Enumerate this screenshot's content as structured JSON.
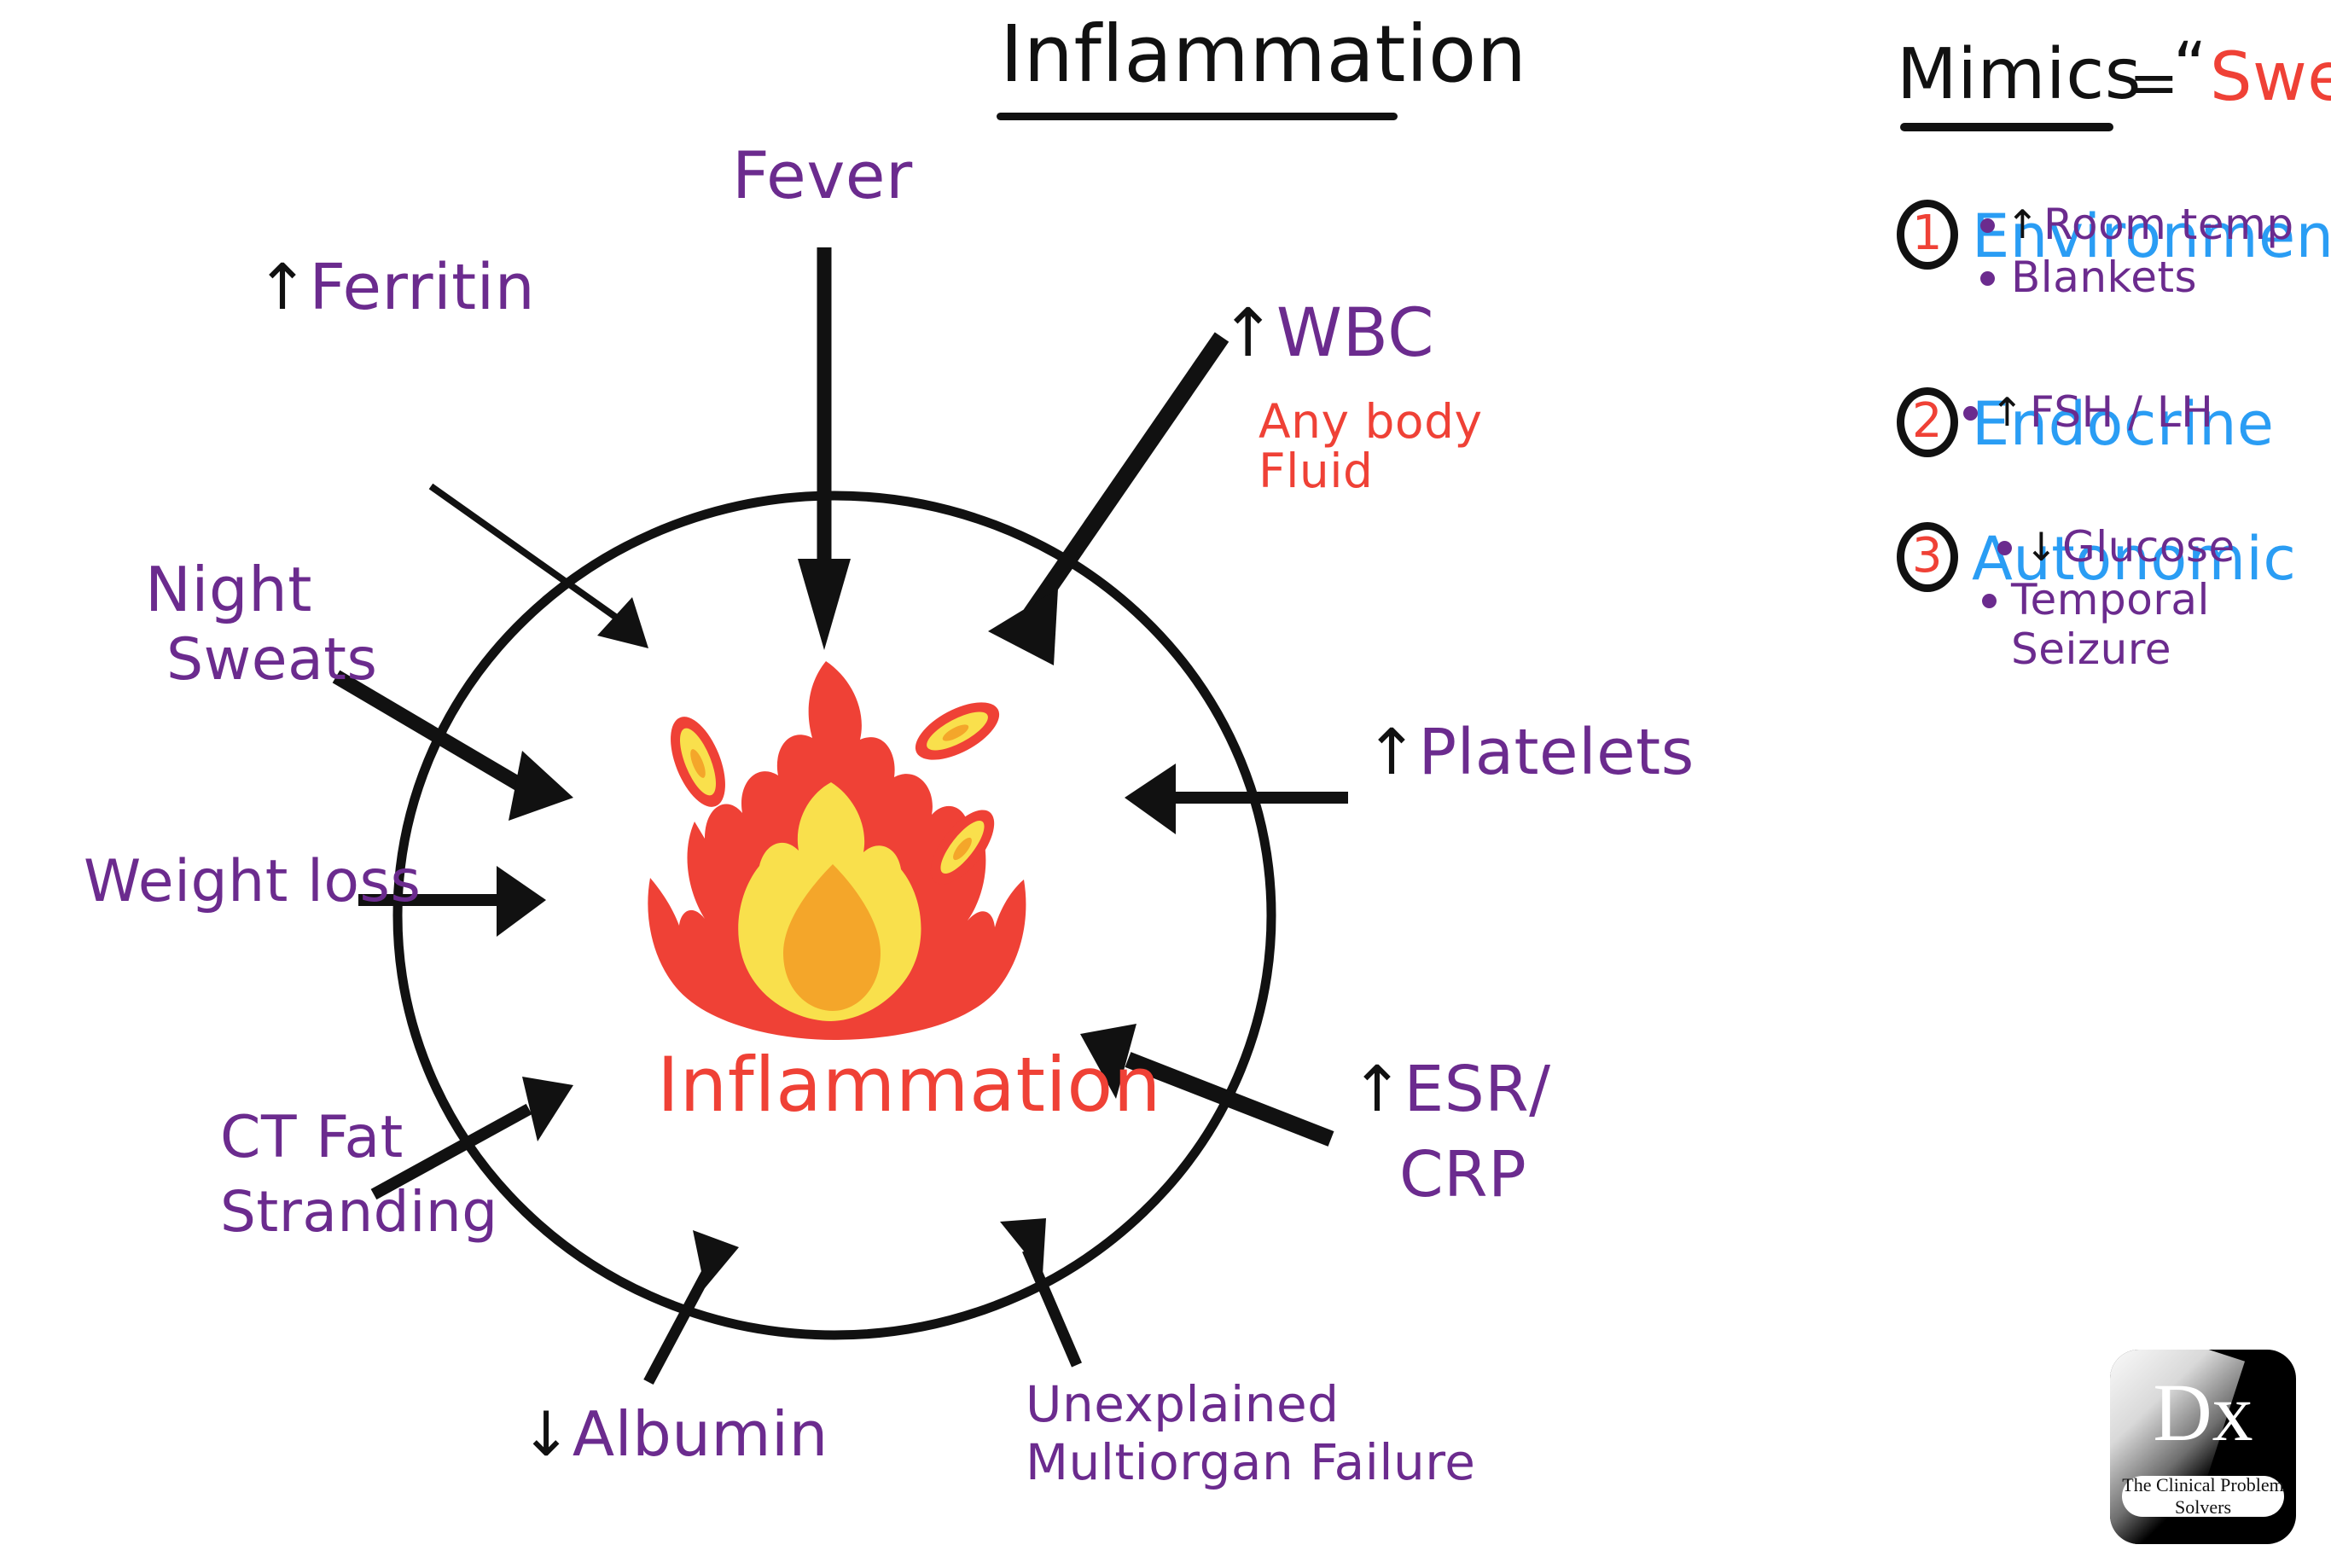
{
  "title": "Inflammation",
  "center": {
    "icon": "flame-icon",
    "label": "Inflammation",
    "label_color": "#ef4136"
  },
  "colors": {
    "purple": "#6b2b8e",
    "red": "#ef4136",
    "blue": "#2a9df4",
    "black": "#111111",
    "flame_outer": "#ef4136",
    "flame_mid": "#f9e04c",
    "flame_core": "#f4a62a"
  },
  "spokes": [
    {
      "arrow": "",
      "label": "Fever",
      "color": "#6b2b8e"
    },
    {
      "arrow": "↑",
      "label": "Ferritin",
      "color": "#6b2b8e"
    },
    {
      "arrow": "↑",
      "label": "WBC",
      "color": "#6b2b8e",
      "sub_line1": "Any body",
      "sub_line2": "Fluid",
      "sub_color": "#ef4136"
    },
    {
      "arrow": "",
      "label_line1": "Night",
      "label_line2": "Sweats",
      "color": "#6b2b8e"
    },
    {
      "arrow": "",
      "label": "Weight loss",
      "color": "#6b2b8e"
    },
    {
      "arrow": "↑",
      "label": "Platelets",
      "color": "#6b2b8e"
    },
    {
      "arrow": "",
      "label_line1": "CT Fat",
      "label_line2": "Stranding",
      "color": "#6b2b8e"
    },
    {
      "arrow": "↑",
      "label_line1": "ESR/",
      "label_line2": "CRP",
      "color": "#6b2b8e"
    },
    {
      "arrow": "↓",
      "label": "Albumin",
      "color": "#6b2b8e"
    },
    {
      "arrow": "",
      "label_line1": "Unexplained",
      "label_line2": "Multiorgan Failure",
      "color": "#6b2b8e"
    }
  ],
  "panel": {
    "heading_word": "Mimics",
    "heading_equals": "=",
    "quote_open": "“",
    "heading_highlight": "Sweats",
    "quote_close": "”",
    "groups": [
      {
        "number": "1",
        "title": "Environment",
        "bullets": [
          {
            "arrow": "↑",
            "text": "Room temp"
          },
          {
            "arrow": "",
            "text": "Blankets"
          }
        ]
      },
      {
        "number": "2",
        "title": "Endocrine",
        "bullets": [
          {
            "arrow": "↑",
            "text": "FSH / LH"
          }
        ]
      },
      {
        "number": "3",
        "title": "Autonomic",
        "bullets": [
          {
            "arrow": "↓",
            "text": "Glucose"
          },
          {
            "arrow": "",
            "text": "Temporal Seizure"
          }
        ]
      }
    ]
  },
  "logo": {
    "mark": "Dx",
    "tagline": "The Clinical Problem Solvers"
  }
}
